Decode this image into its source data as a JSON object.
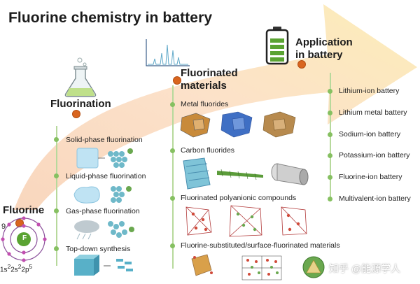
{
  "title": "Fluorine chemistry in battery",
  "fluorine": {
    "label": "Fluorine",
    "atomic_number": "9",
    "core_symbol": "F",
    "config_parts": [
      "1s",
      "2",
      "2s",
      "2",
      "2p",
      "5"
    ]
  },
  "fluorination": {
    "label": "Fluorination",
    "methods": [
      "Solid-phase fluorination",
      "Liquid-phase fluorination",
      "Gas-phase fluorination",
      "Top-down synthesis"
    ]
  },
  "materials": {
    "label_line1": "Fluorinated",
    "label_line2": "materials",
    "groups": [
      "Metal fluorides",
      "Carbon fluorides",
      "Fluorinated polyanionic compounds",
      "Fluorine-substituted/surface-fluorinated materials"
    ]
  },
  "application": {
    "label_line1": "Application",
    "label_line2": "in battery",
    "batteries": [
      "Lithium-ion battery",
      "Lithium metal battery",
      "Sodium-ion battery",
      "Potassium-ion battery",
      "Fluorine-ion battery",
      "Multivalent-ion battery"
    ]
  },
  "watermark": "知乎 @能源学人",
  "colors": {
    "arrow_start": "#f6c6a3",
    "arrow_end": "#fbe9a8",
    "node_orange": "#d9651f",
    "timeline_green": "#86c061",
    "flask_liquid": "#bfe08a",
    "battery_green": "#5aa332"
  }
}
